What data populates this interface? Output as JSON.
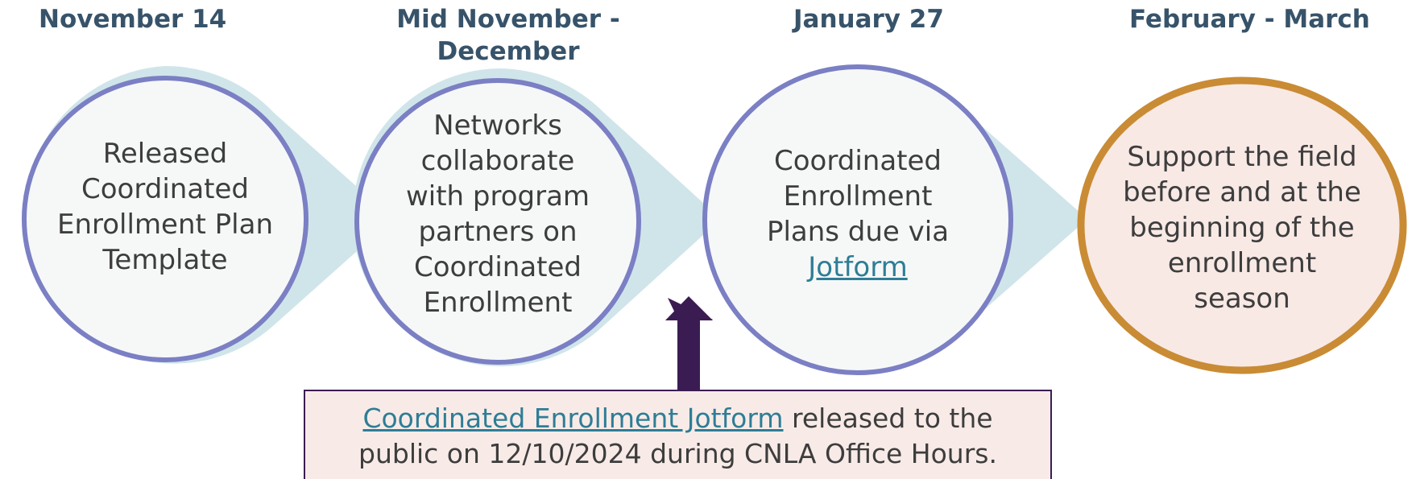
{
  "headings": [
    {
      "text": "November 14"
    },
    {
      "lines": [
        "Mid November -",
        "December"
      ]
    },
    {
      "text": "January 27"
    },
    {
      "text": "February - March"
    }
  ],
  "steps": [
    {
      "lines": [
        "Released",
        "Coordinated",
        "Enrollment Plan",
        "Template"
      ]
    },
    {
      "lines": [
        "Networks",
        "collaborate",
        "with program",
        "partners on",
        "Coordinated",
        "Enrollment"
      ]
    },
    {
      "lines": [
        "Coordinated",
        "Enrollment",
        "Plans due via"
      ],
      "link": "Jotform"
    },
    {
      "lines": [
        "Support the field",
        "before and at the",
        "beginning of the",
        "enrollment",
        "season"
      ]
    }
  ],
  "note": {
    "link_text": "Coordinated Enrollment Jotform",
    "text_after_link": " released to the",
    "line2": "public on 12/10/2024 during CNLA Office Hours."
  },
  "colors": {
    "heading": "#37536a",
    "circle_ring": "#7b7fc4",
    "circle_halo": "#d0e5ea",
    "circle_fill": "#f6f8f8",
    "final_ring": "#c98b34",
    "final_fill": "#f8e9e5",
    "arrow": "#3b1c52",
    "link": "#2e7d96"
  }
}
